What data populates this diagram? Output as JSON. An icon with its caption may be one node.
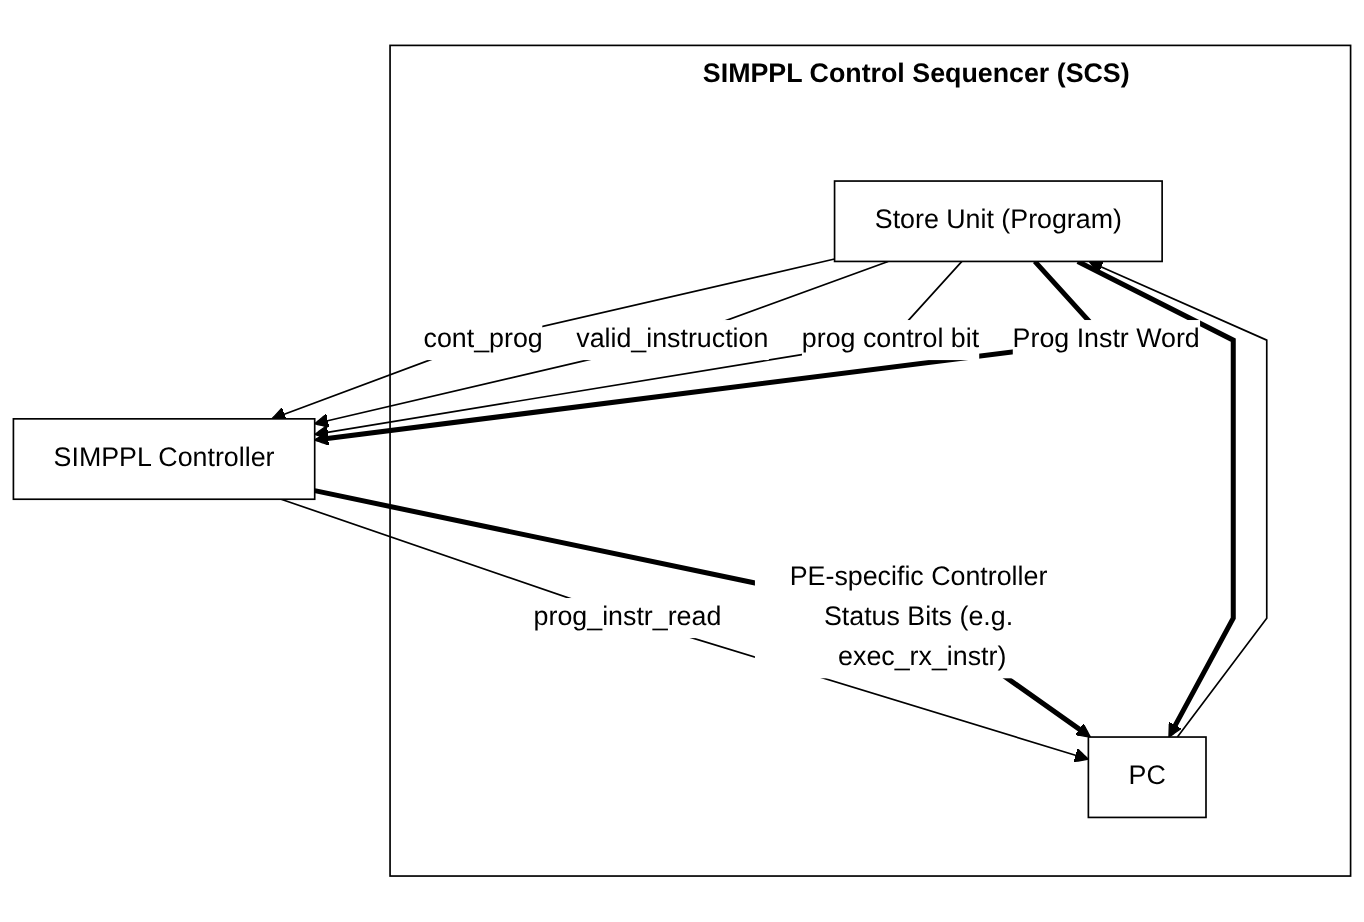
{
  "diagram": {
    "nodes": [
      {
        "text": [
          "SIMPPL Control Sequencer (SCS)"
        ]
      },
      {
        "text": [
          "Store Unit (Program)"
        ],
        "in": 0
      },
      {
        "text": [
          "PC"
        ],
        "in": 0
      },
      {
        "text": [
          "SIMPPL Controller"
        ]
      }
    ],
    "edges": [
      {
        "from": 2,
        "to": 1,
        "arrow": "to"
      },
      {
        "from": 1,
        "to": 3,
        "arrow": "to",
        "label": "cont_prog"
      },
      {
        "from": 1,
        "to": 3,
        "arrow": "to",
        "label": "valid_instruction"
      },
      {
        "from": 1,
        "to": 3,
        "arrow": "to",
        "label": "prog control bit"
      },
      {
        "from": 1,
        "to": 3,
        "arrow": "to",
        "label": "Prog Instr Word",
        "style": "thick"
      },
      {
        "from": 1,
        "to": 2,
        "arrow": "to",
        "style": "thick"
      },
      {
        "from": 3,
        "to": 2,
        "arrow": "to",
        "label": "prog_instr_read"
      },
      {
        "from": 3,
        "to": 2,
        "arrow": "to",
        "label": "PE-specific Controller Status Bits (e.g. exec_rx_instr)",
        "style": "thick"
      }
    ]
  }
}
